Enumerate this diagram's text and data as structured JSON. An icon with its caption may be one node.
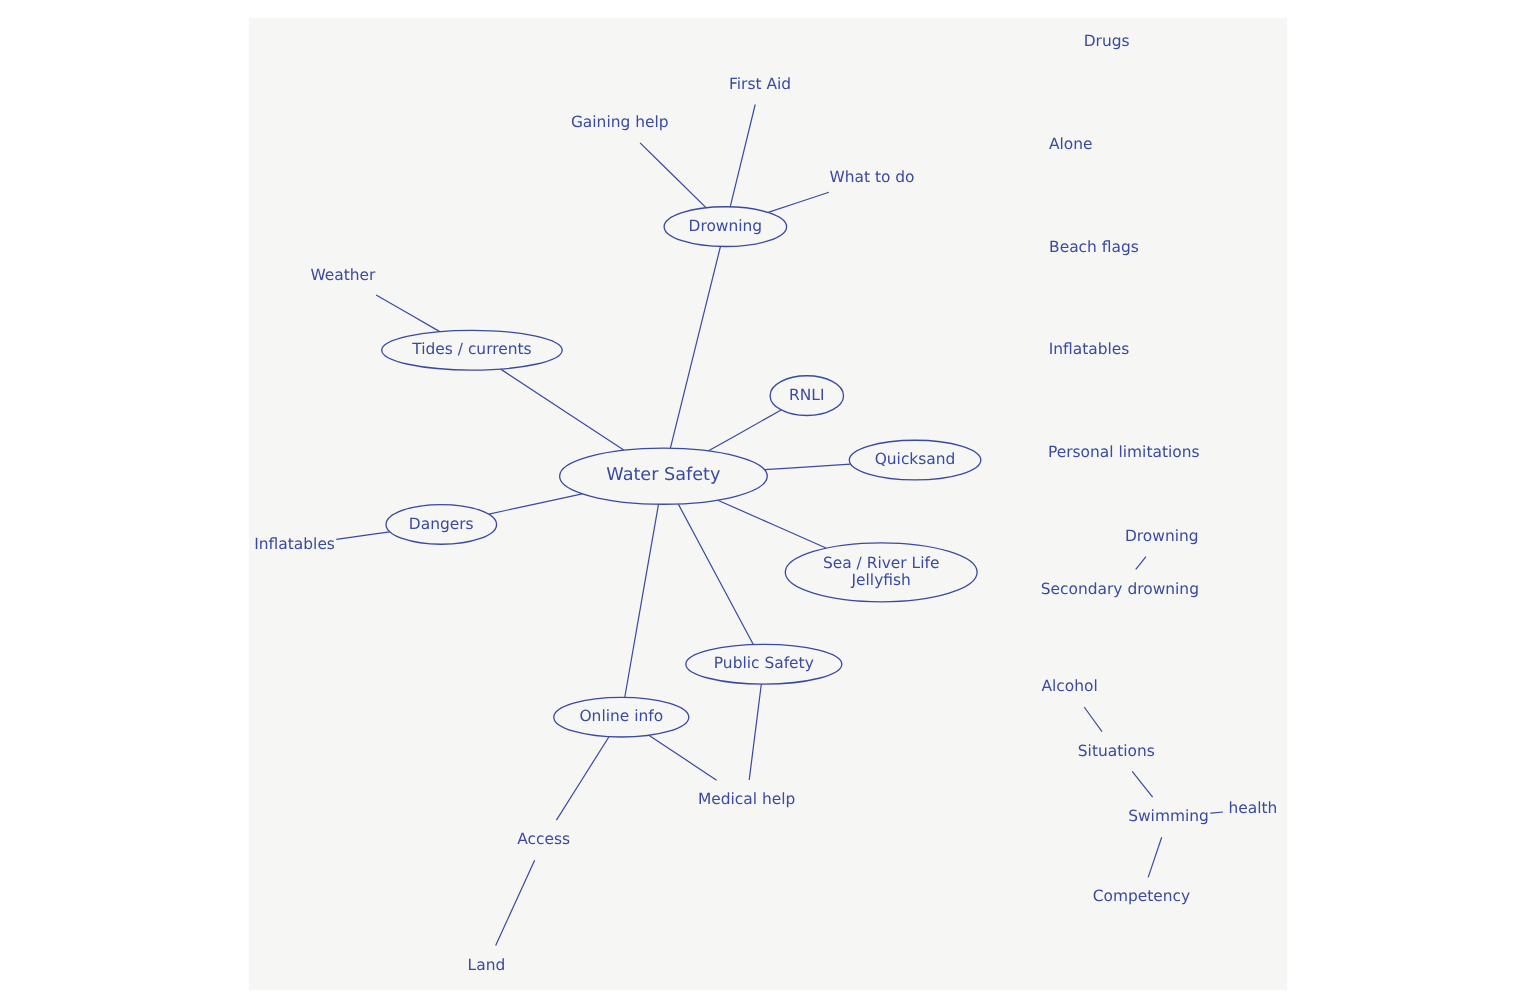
{
  "diagram": {
    "nodes": [
      {
        "text": [
          "Drowning"
        ]
      },
      {
        "text": [
          "Secondary drowning"
        ]
      },
      {
        "text": [
          "Weather"
        ]
      },
      {
        "text": [
          "Inflatables"
        ]
      },
      {
        "text": [
          "Dangers"
        ]
      },
      {
        "text": [
          "Tides / currents"
        ]
      },
      {
        "text": [
          "Swimming"
        ]
      },
      {
        "text": [
          "Competency"
        ]
      },
      {
        "text": [
          "health"
        ]
      },
      {
        "text": [
          "Situations"
        ]
      },
      {
        "text": [
          "Alcohol"
        ]
      },
      {
        "text": [
          "RNLI"
        ]
      },
      {
        "text": [
          "Water Safety"
        ]
      },
      {
        "text": [
          "Quicksand"
        ]
      },
      {
        "text": [
          "Drowning"
        ]
      },
      {
        "text": [
          "Gaining help"
        ]
      },
      {
        "text": [
          "Public Safety"
        ]
      },
      {
        "text": [
          "What to do"
        ]
      },
      {
        "text": [
          "First Aid"
        ]
      },
      {
        "text": [
          "Online info"
        ]
      },
      {
        "text": [
          "Sea / River Life",
          "Jellyfish"
        ]
      },
      {
        "text": [
          "Medical help"
        ]
      },
      {
        "text": [
          "Access"
        ]
      },
      {
        "text": [
          "Land"
        ]
      }
    ],
    "edges": [
      {
        "from": 0,
        "to": 1,
        "arrow": "none"
      },
      {
        "from": 3,
        "to": 4,
        "arrow": "none"
      },
      {
        "from": 4,
        "to": 12,
        "arrow": "none"
      },
      {
        "from": 5,
        "to": 2,
        "arrow": "none"
      },
      {
        "from": 12,
        "to": 5,
        "arrow": "none"
      },
      {
        "from": 6,
        "to": 7,
        "arrow": "none"
      },
      {
        "from": 6,
        "to": 8,
        "arrow": "none"
      },
      {
        "from": 6,
        "to": 9,
        "arrow": "none"
      },
      {
        "from": 10,
        "to": 9,
        "arrow": "none"
      },
      {
        "from": 11,
        "to": 12,
        "arrow": "none"
      },
      {
        "from": 12,
        "to": 13,
        "arrow": "none"
      },
      {
        "from": 12,
        "to": 14,
        "arrow": "none"
      },
      {
        "from": 14,
        "to": 15,
        "arrow": "none"
      },
      {
        "from": 14,
        "to": 17,
        "arrow": "none"
      },
      {
        "from": 14,
        "to": 18,
        "arrow": "none"
      },
      {
        "from": 12,
        "to": 16,
        "arrow": "none"
      },
      {
        "from": 12,
        "to": 19,
        "arrow": "none"
      },
      {
        "from": 12,
        "to": 20,
        "arrow": "none"
      },
      {
        "from": 16,
        "to": 21,
        "arrow": "none"
      },
      {
        "from": 19,
        "to": 21,
        "arrow": "none"
      },
      {
        "from": 19,
        "to": 22,
        "arrow": "none"
      },
      {
        "from": 22,
        "to": 23,
        "arrow": "none"
      }
    ],
    "labels": [
      "Personal limitations",
      "Alone",
      "Drugs",
      "Inflatables",
      "Beach flags"
    ]
  }
}
